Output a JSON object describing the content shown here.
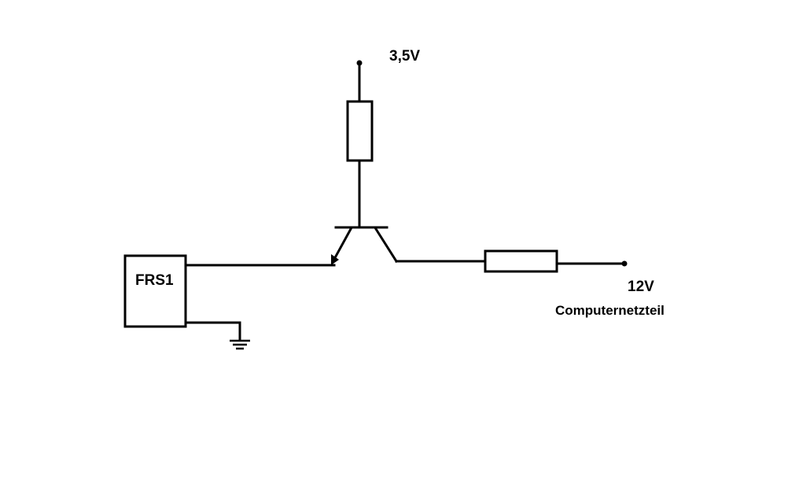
{
  "diagram": {
    "supply_top_label": "3,5V",
    "supply_right_voltage": "12V",
    "supply_right_source": "Computernetzteil",
    "sensor_label": "FRS1",
    "colors": {
      "background": "#ffffff",
      "stroke": "#000000"
    }
  }
}
